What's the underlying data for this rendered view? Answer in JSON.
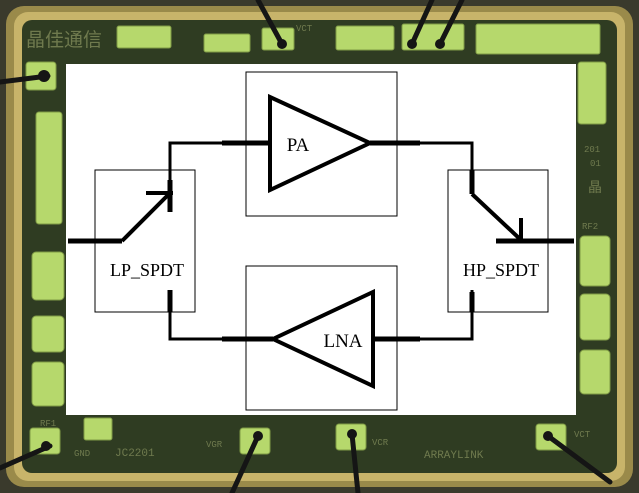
{
  "chip": {
    "brand_marking": "晶佳通信",
    "part_marking": "JC2201",
    "maker_marking": "ARRAYLINK",
    "pad_labels": {
      "top_vct": "VCT",
      "bottom_vcr": "VCR",
      "bottom_vct": "VCT",
      "left_rf": "RF1",
      "right_rf": "RF2",
      "bottom_left_gnd": "GND",
      "bottom_vgr": "VGR"
    },
    "side_marking": "201",
    "side_marking_2": "01",
    "side_glyph": "晶",
    "colors": {
      "die": "#2f3c22",
      "ring": "#b8a35e",
      "pad": "#b6d86c",
      "wire": "#1a1a1a"
    }
  },
  "diagram": {
    "blocks": {
      "pa": "PA",
      "lna": "LNA",
      "lp_spdt": "LP_SPDT",
      "hp_spdt": "HP_SPDT"
    },
    "colors": {
      "panel": "#ffffff",
      "line": "#000000"
    }
  }
}
